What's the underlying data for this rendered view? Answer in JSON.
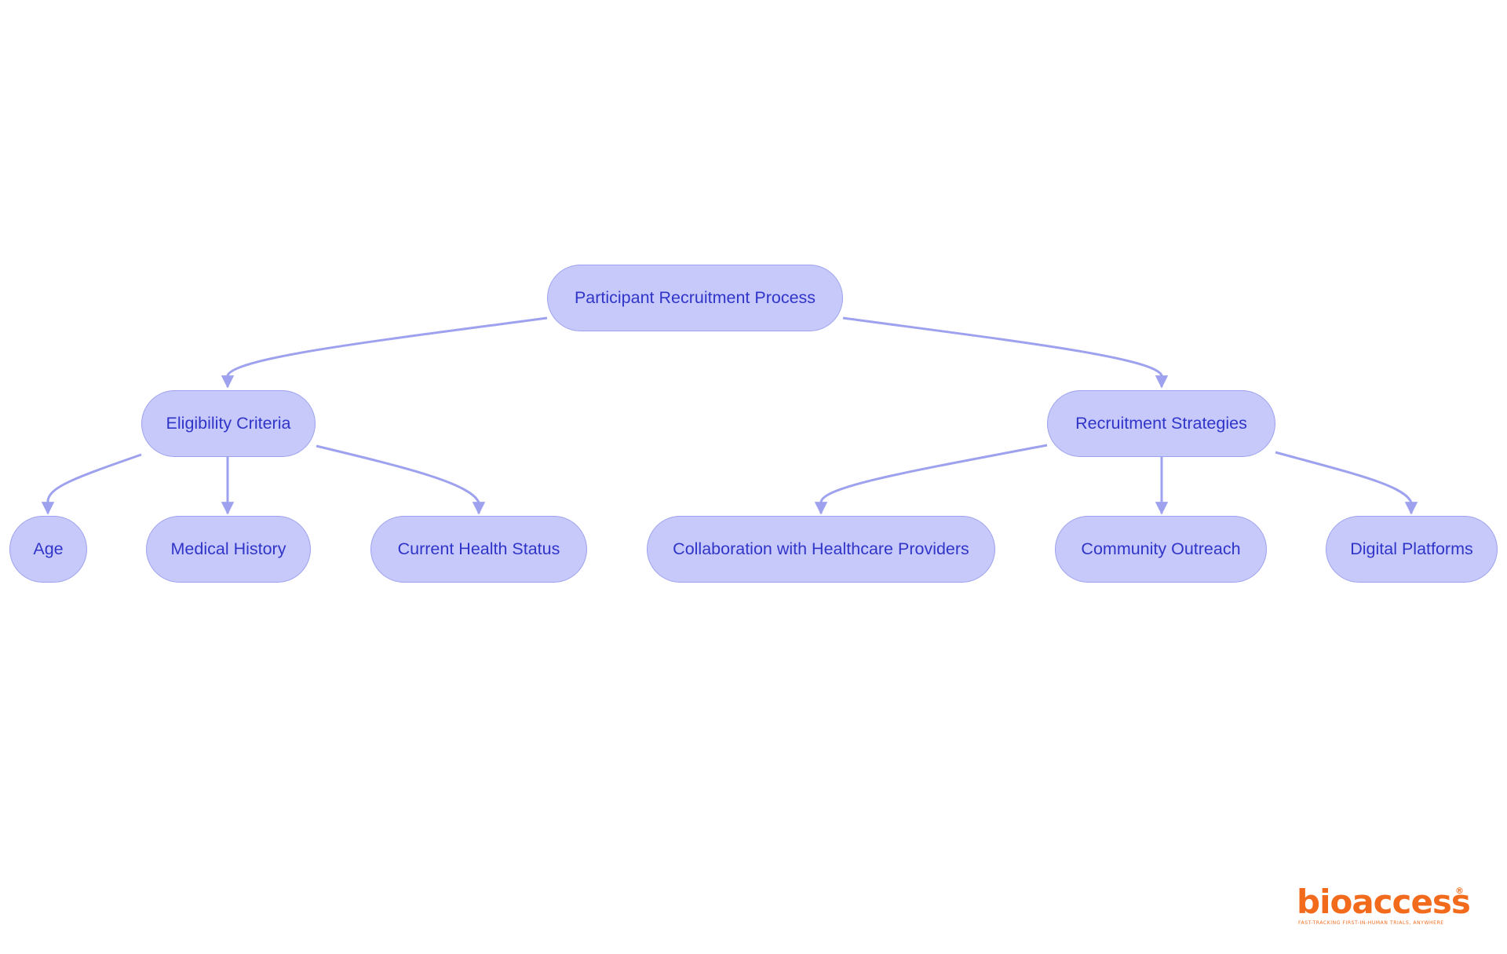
{
  "diagram": {
    "nodes": {
      "root": "Participant Recruitment Process",
      "eligibility": "Eligibility Criteria",
      "strategies": "Recruitment Strategies",
      "age": "Age",
      "medical_history": "Medical History",
      "health_status": "Current Health Status",
      "collaboration": "Collaboration with Healthcare Providers",
      "outreach": "Community Outreach",
      "digital": "Digital Platforms"
    },
    "edges": [
      [
        "root",
        "eligibility"
      ],
      [
        "root",
        "strategies"
      ],
      [
        "eligibility",
        "age"
      ],
      [
        "eligibility",
        "medical_history"
      ],
      [
        "eligibility",
        "health_status"
      ],
      [
        "strategies",
        "collaboration"
      ],
      [
        "strategies",
        "outreach"
      ],
      [
        "strategies",
        "digital"
      ]
    ],
    "colors": {
      "node_fill": "#c7c9fb",
      "node_border": "#9ea2ee",
      "node_text": "#3035c8",
      "edge": "#9ea2ee"
    }
  },
  "logo": {
    "name": "bioaccess",
    "tagline": "FAST-TRACKING FIRST-IN-HUMAN TRIALS, ANYWHERE",
    "color": "#f26b1d"
  }
}
